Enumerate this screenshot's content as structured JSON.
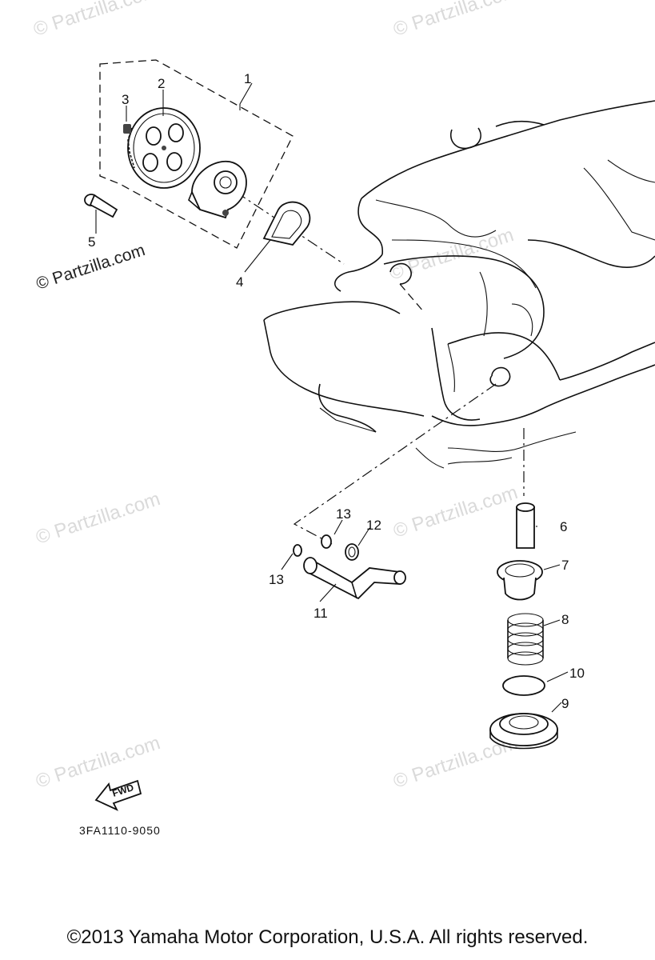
{
  "diagram": {
    "callouts": [
      "1",
      "2",
      "3",
      "4",
      "5",
      "6",
      "7",
      "8",
      "9",
      "10",
      "11",
      "12",
      "13",
      "13"
    ],
    "part_number": "3FA1110-9050",
    "fwd_label": "FWD"
  },
  "watermarks": {
    "text": "© Partzilla.com"
  },
  "copyright": "©2013 Yamaha Motor Corporation, U.S.A. All rights reserved."
}
